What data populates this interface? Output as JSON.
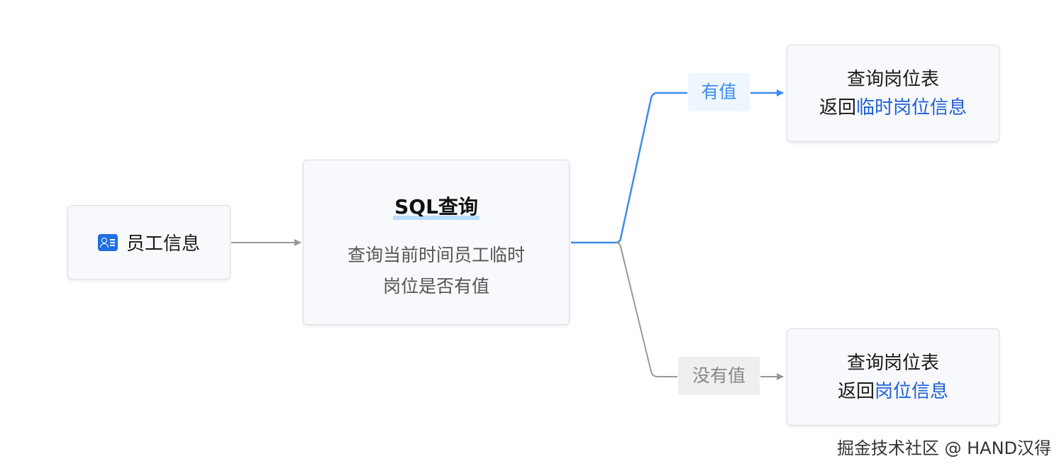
{
  "nodes": {
    "employee": {
      "label": "员工信息",
      "icon": "id-card-icon"
    },
    "sql": {
      "title": "SQL查询",
      "desc_line1": "查询当前时间员工临时",
      "desc_line2": "岗位是否有值"
    },
    "temp_post": {
      "line1": "查询岗位表",
      "line2_prefix": "返回",
      "line2_highlight": "临时岗位信息"
    },
    "normal_post": {
      "line1": "查询岗位表",
      "line2_prefix": "返回",
      "line2_highlight": "岗位信息"
    }
  },
  "edges": {
    "has_value": "有值",
    "no_value": "没有值"
  },
  "colors": {
    "blue_edge": "#3b8cf0",
    "gray_edge": "#999999",
    "highlight_text": "#1f5fd6"
  },
  "watermark": "掘金技术社区 @ HAND汉得"
}
